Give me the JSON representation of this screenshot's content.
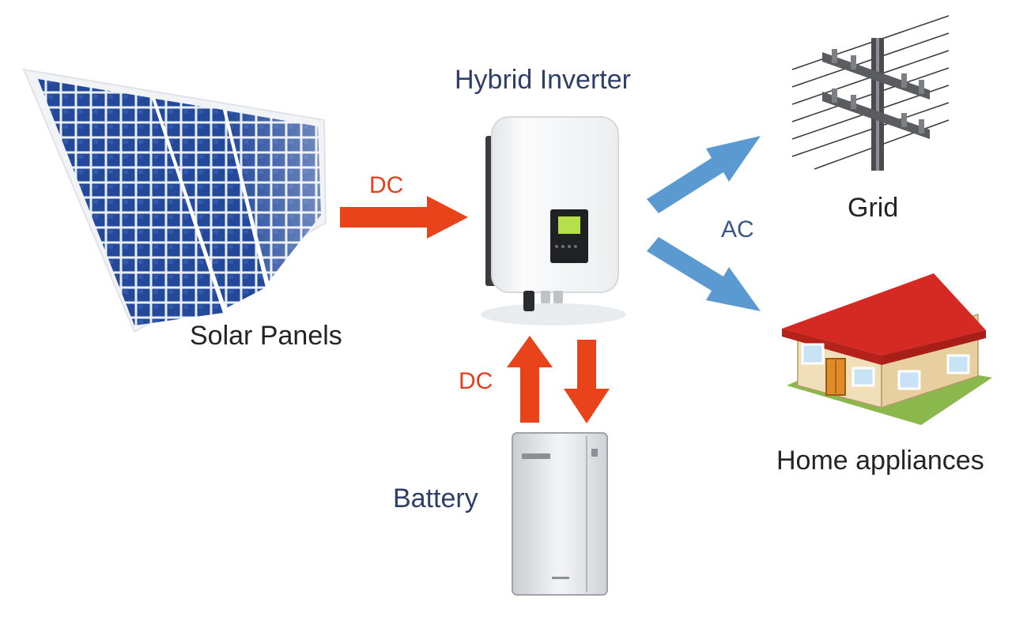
{
  "diagram": {
    "nodes": {
      "solar_panels": {
        "label": "Solar Panels"
      },
      "inverter": {
        "label": "Hybrid Inverter"
      },
      "grid": {
        "label": "Grid"
      },
      "home": {
        "label": "Home appliances"
      },
      "battery": {
        "label": "Battery"
      }
    },
    "edges": {
      "solar_to_inverter": {
        "label": "DC",
        "from": "solar_panels",
        "to": "inverter"
      },
      "inverter_battery": {
        "label": "DC",
        "from": "inverter",
        "to": "battery",
        "direction": "bidirectional"
      },
      "inverter_outputs": {
        "label": "AC",
        "from": "inverter",
        "to": [
          "grid",
          "home"
        ]
      }
    },
    "colors": {
      "dc_arrow": "#e8431a",
      "ac_arrow": "#5b9ad0",
      "panel_cell": "#24499a",
      "roof": "#d42a23",
      "label_title": "#2d3f66"
    }
  }
}
